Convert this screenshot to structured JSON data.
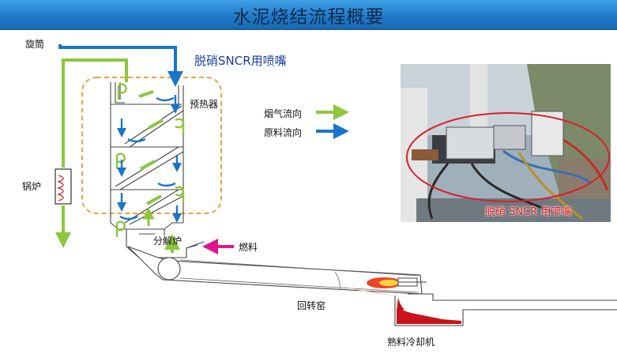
{
  "title": "水泥烧结流程概要",
  "labels": {
    "cyclone": "旋筒",
    "boiler": "锅炉",
    "preheater": "预热器",
    "sncr_nozzle": "脱硝SNCR用喷嘴",
    "calciner": "分解炉",
    "fuel": "燃料",
    "kiln": "回转窑",
    "clinker_cooler": "熟料冷却机"
  },
  "legend": [
    {
      "label": "烟气流向",
      "color": "#8cc63f"
    },
    {
      "label": "原料流向",
      "color": "#1a75c9"
    }
  ],
  "photo_caption": "脱硝 SNCR 用喷嘴",
  "colors": {
    "gas_flow": "#8cc63f",
    "material_flow": "#1a75c9",
    "fuel_arrow": "#e0158c",
    "preheater_outline": "#f0a040",
    "nozzle_ellipse": "#d8202a"
  }
}
